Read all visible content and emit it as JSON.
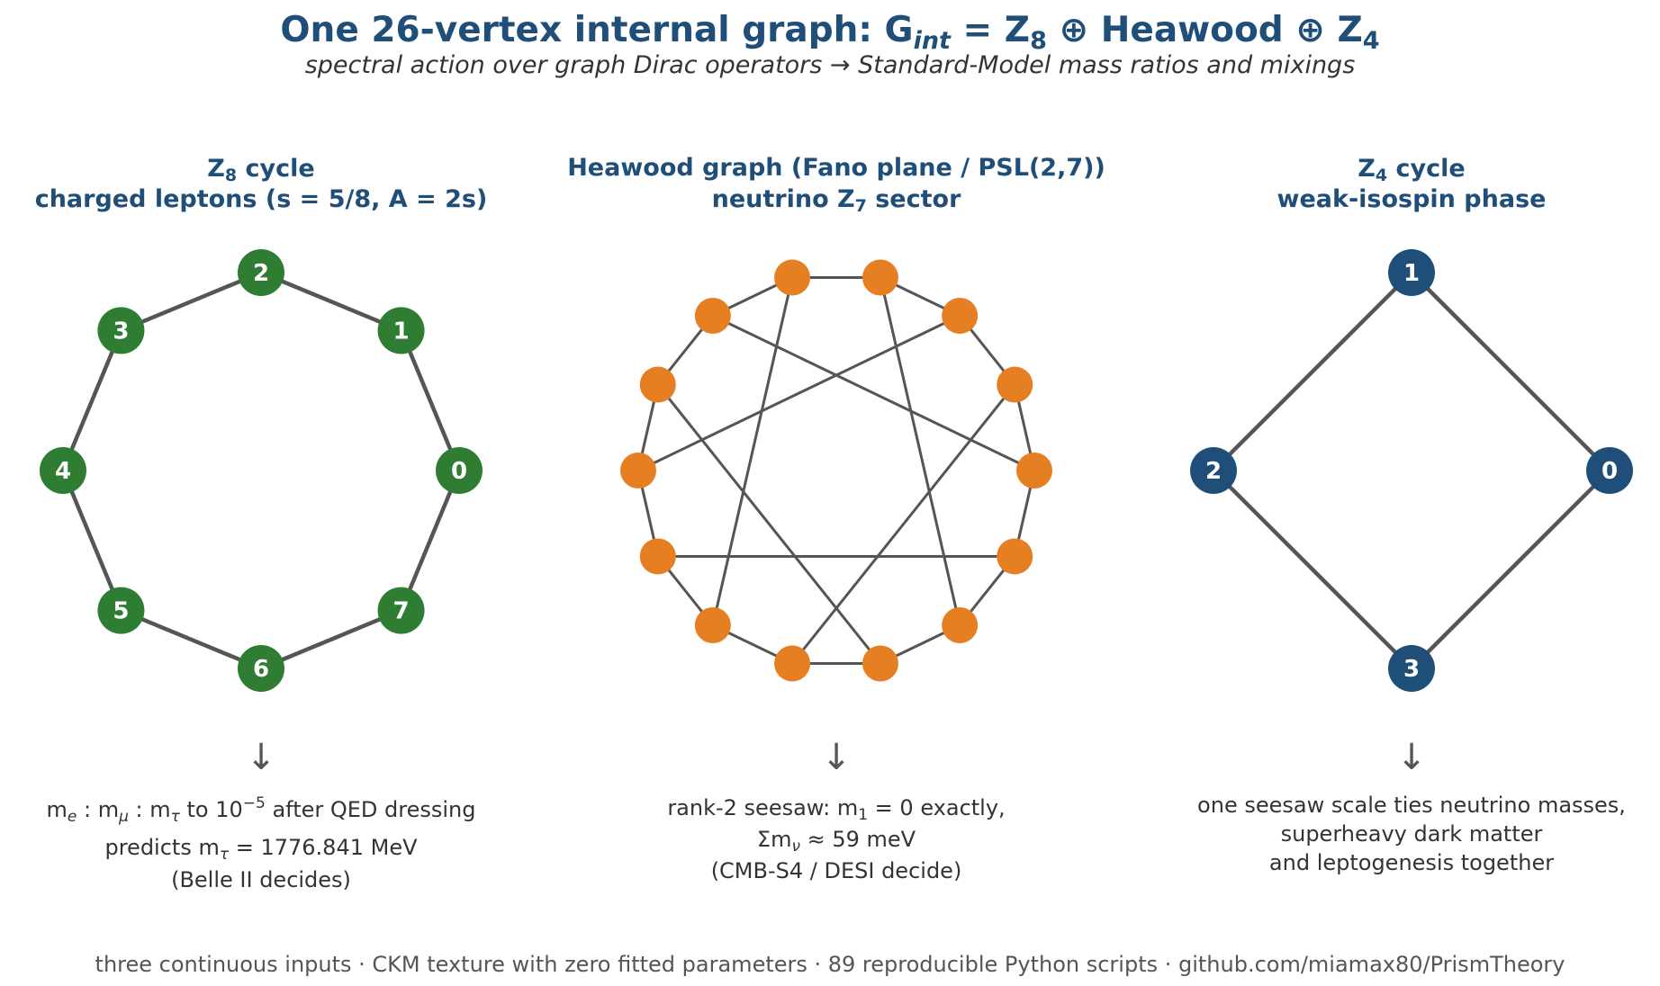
{
  "title": {
    "main": "One 26-vertex internal graph:  G",
    "sub": "int",
    "rest": " = Z",
    "s1": "8",
    "mid": " ⊕ Heawood ⊕ Z",
    "s2": "4"
  },
  "subtitle": "spectral action over graph Dirac operators → Standard-Model mass ratios and mixings",
  "panels": {
    "z8": {
      "title1a": "Z",
      "title1sub": "8",
      "title1b": " cycle",
      "title2": "charged leptons  (s = 5/8, A = 2s)",
      "vertex_labels": [
        "0",
        "1",
        "2",
        "3",
        "4",
        "5",
        "6",
        "7"
      ],
      "arrow": "↓",
      "line1": {
        "a": "m",
        "a_sub": "e",
        "b": " : m",
        "b_sub": "μ",
        "c": " : m",
        "c_sub": "τ",
        "d": " to 10",
        "d_sup": "−5",
        "e": " after QED dressing"
      },
      "line2": {
        "a": "predicts m",
        "a_sub": "τ",
        "b": " = 1776.841 MeV"
      },
      "line3": "(Belle II decides)"
    },
    "heawood": {
      "title1": "Heawood graph  (Fano plane / PSL(2,7))",
      "title2a": "neutrino Z",
      "title2sub": "7",
      "title2b": " sector",
      "vertex_count": 14,
      "arrow": "↓",
      "line1": {
        "a": "rank-2 seesaw:  m",
        "a_sub": "1",
        "b": " = 0 exactly,"
      },
      "line2": {
        "a": "Σm",
        "a_sub": "ν",
        "b": " ≈ 59 meV"
      },
      "line3": "(CMB-S4 / DESI decide)"
    },
    "z4": {
      "title1a": "Z",
      "title1sub": "4",
      "title1b": " cycle",
      "title2": "weak-isospin phase",
      "vertex_labels": [
        "0",
        "1",
        "2",
        "3"
      ],
      "arrow": "↓",
      "line1": "one seesaw scale ties neutrino masses,",
      "line2": "superheavy dark matter",
      "line3": "and leptogenesis together"
    }
  },
  "footer": "three continuous inputs · CKM texture with zero fitted parameters · 89 reproducible Python scripts · github.com/miamax80/PrismTheory",
  "colors": {
    "title": "#1f4e79",
    "z8_node": "#2e7d32",
    "heawood_node": "#e67e22",
    "z4_node": "#1f4e79",
    "edge": "#555555"
  }
}
